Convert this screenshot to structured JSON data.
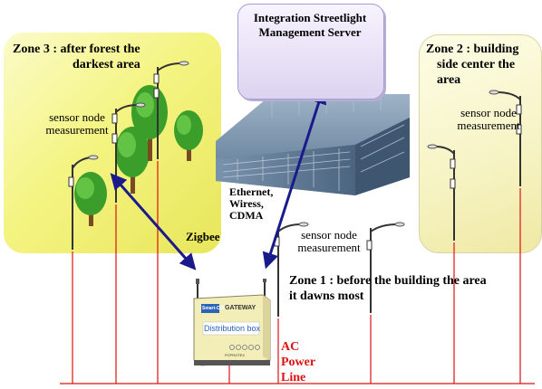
{
  "server": {
    "title_line1": "Integration Streetlight",
    "title_line2": "Management Server"
  },
  "zone3": {
    "title_line1": "Zone 3 : after forest the",
    "title_line2": "darkest area"
  },
  "zone2": {
    "title_line1": "Zone 2 : building",
    "title_line2": "side center the",
    "title_line3": "area"
  },
  "zone1": {
    "title_line1": "Zone 1 : before the building the area",
    "title_line2": "it dawns most"
  },
  "sensor_labels": {
    "line1": "sensor node",
    "line2": "measurement"
  },
  "links": {
    "ethernet_line1": "Ethernet,",
    "ethernet_line2": "Wiress,",
    "ethernet_line3": "CDMA",
    "zigbee": "Zigbee"
  },
  "gateway": {
    "brand": "Smart-CON",
    "name": "GATEWAY",
    "label": "Distribution box",
    "model": "PCPROTEX"
  },
  "power": {
    "line1": "AC",
    "line2": "Power",
    "line3": "Line"
  },
  "colors": {
    "link_arrow": "#1a1a8c",
    "power_line": "#e01010",
    "zone3_fill": "#f4f483",
    "zone2_fill": "#f6f3c3",
    "server_fill": "#dcd4f0"
  }
}
